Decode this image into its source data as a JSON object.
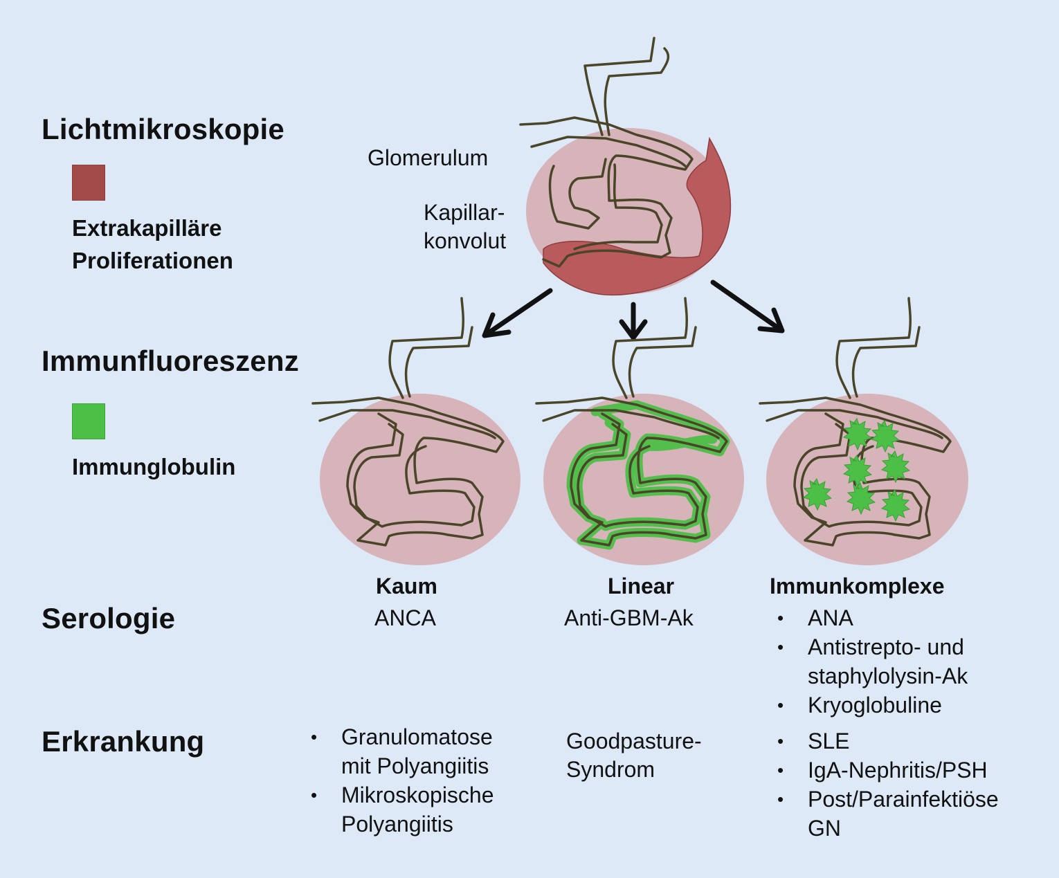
{
  "rows": {
    "light": "Lichtmikroskopie",
    "if": "Immunfluoreszenz",
    "serology": "Serologie",
    "disease": "Erkrankung"
  },
  "legend": {
    "proliferation": {
      "line1": "Extrakapilläre",
      "line2": "Proliferationen",
      "color": "#a34b4b"
    },
    "immunoglobulin": {
      "label": "Immunglobulin",
      "color": "#4cbf47"
    }
  },
  "top": {
    "glomerulum": "Glomerulum",
    "kapillar_line1": "Kapillar-",
    "kapillar_line2": "konvolut"
  },
  "columns": [
    {
      "pattern": "Kaum",
      "serology": "ANCA",
      "diseases": [
        "Granulomatose mit Polyangiitis",
        "Mikroskopische Polyangiitis"
      ]
    },
    {
      "pattern": "Linear",
      "serology": "Anti-GBM-Ak",
      "disease_line1": "Goodpasture-",
      "disease_line2": "Syndrom"
    },
    {
      "pattern": "Immunkomplexe",
      "serology": [
        "ANA",
        "Antistrepto- und staphylolysin-Ak",
        "Kryoglobuline"
      ],
      "diseases": [
        "SLE",
        "IgA-Nephritis/PSH",
        "Post/Parainfektiöse GN"
      ]
    }
  ],
  "colors": {
    "background": "#dde9f7",
    "glomerulus_fill": "#d7b4ba",
    "capillary_stroke": "#4a4528",
    "proliferation": "#b95a5c",
    "fluorescence": "#4cbf47"
  }
}
